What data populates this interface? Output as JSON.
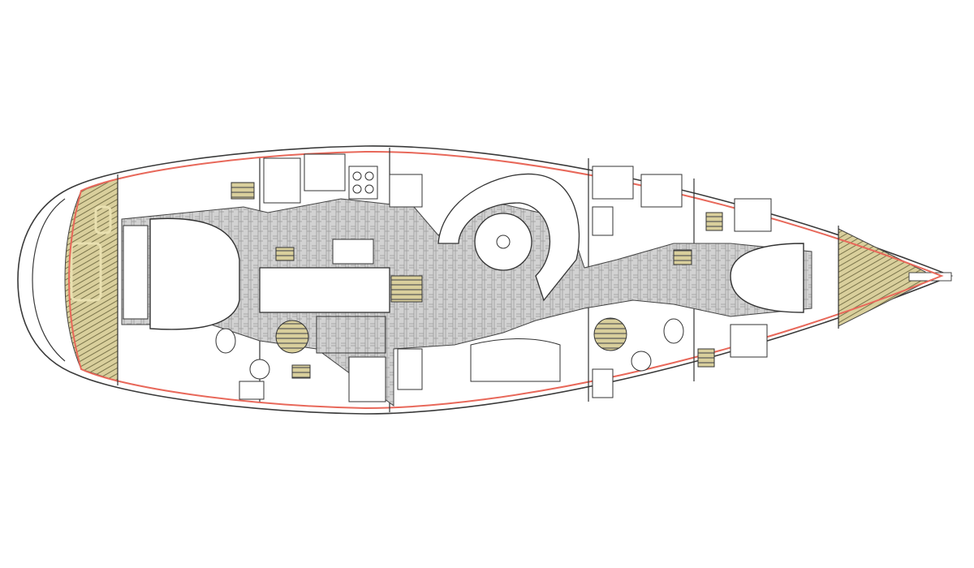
{
  "diagram": {
    "type": "sailboat-interior-layout-plan",
    "colors": {
      "background": "#ffffff",
      "hull_line": "#3a3a3a",
      "sheer_line": "#e8685a",
      "teak_deck": "#d9cf9c",
      "teak_lines": "#6e6840",
      "cabin_sole": "#cfcfcf",
      "cabin_sole_pattern": "#9a9a9a",
      "furniture_line": "#333333",
      "furniture_fill": "#ffffff"
    },
    "elements": [
      "stern-swim-platform",
      "aft-teak-deck",
      "aft-cabin-berth",
      "aft-heads",
      "galley",
      "companionway-steps",
      "saloon-table",
      "saloon-settee",
      "forward-heads",
      "forward-cabin-berth",
      "bow-teak-deck",
      "bowsprit"
    ]
  }
}
